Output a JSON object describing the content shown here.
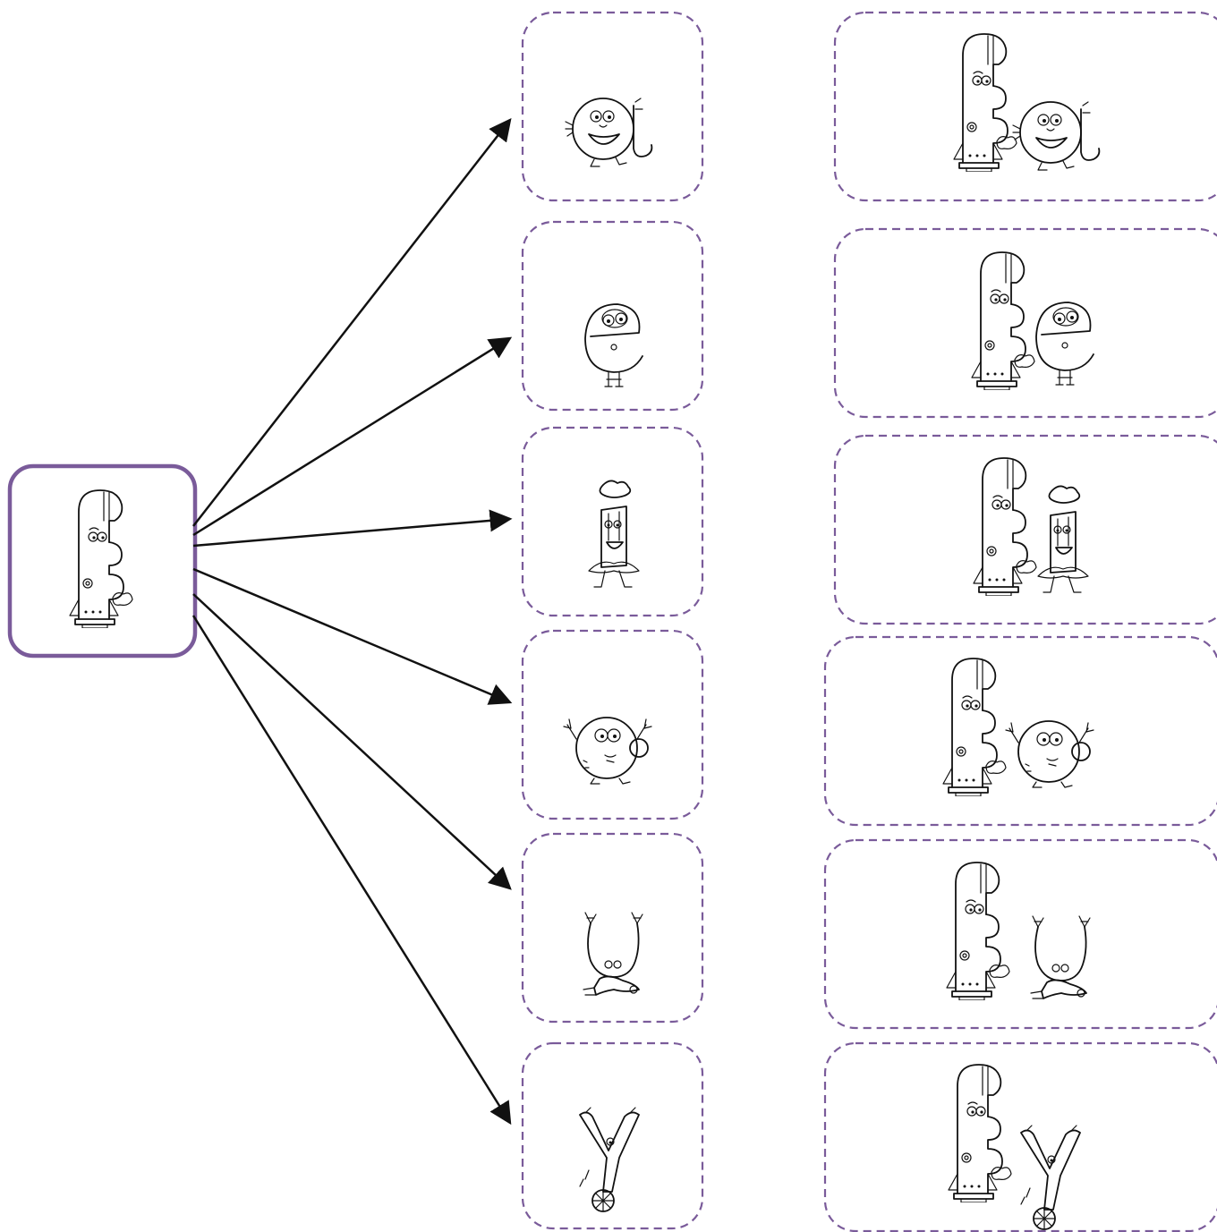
{
  "diagram": {
    "type": "phonics-blending-fan",
    "accent_color": "#7a5b9a",
    "arrow_color": "#111111",
    "source": {
      "letter": "f",
      "icon": "letter-f-character-icon"
    },
    "targets": [
      {
        "letter": "a",
        "icon": "letter-a-character-icon",
        "combo_icon": "letters-f-a-character-icon"
      },
      {
        "letter": "e",
        "icon": "letter-e-character-icon",
        "combo_icon": "letters-f-e-character-icon"
      },
      {
        "letter": "i",
        "icon": "letter-i-character-icon",
        "combo_icon": "letters-f-i-character-icon"
      },
      {
        "letter": "o",
        "icon": "letter-o-character-icon",
        "combo_icon": "letters-f-o-character-icon"
      },
      {
        "letter": "u",
        "icon": "letter-u-character-icon",
        "combo_icon": "letters-f-u-character-icon"
      },
      {
        "letter": "y",
        "icon": "letter-y-character-icon",
        "combo_icon": "letters-f-y-character-icon"
      }
    ]
  }
}
